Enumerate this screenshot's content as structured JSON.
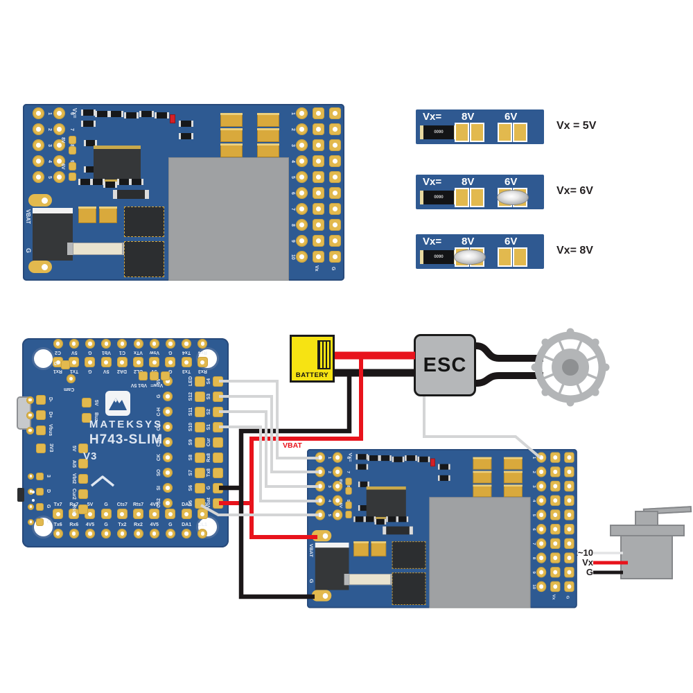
{
  "colors": {
    "pcb": "#2e5a92",
    "pad": "#e2b94e",
    "wire_red": "#e8131c",
    "wire_black": "#1b1718",
    "wire_gray": "#d4d5d6",
    "battery_yellow": "#f6e313",
    "component_gray": "#b5b7b9"
  },
  "pdb": {
    "left_rows": [
      {
        "a": "1",
        "b": "6"
      },
      {
        "a": "2",
        "b": "7"
      },
      {
        "a": "3",
        "b": "8"
      },
      {
        "a": "4",
        "b": "9"
      },
      {
        "a": "5",
        "b": "10"
      }
    ],
    "right_rows": [
      "1",
      "2",
      "3",
      "4",
      "5",
      "6",
      "7",
      "8",
      "9",
      "10"
    ],
    "out_vx": "Vx",
    "out_g": "G",
    "jumper_title": "Vx=",
    "jumper_8v": "8V",
    "jumper_6v": "6V",
    "pad_vbat": "VBAT",
    "pad_g": "G"
  },
  "fc": {
    "brand": "MATEKSYS",
    "model": "H743-SLIM",
    "version": "V3",
    "top_outer": [
      "C2",
      "5V",
      "G",
      "Vb1",
      "C1",
      "VTx",
      "Vsw",
      "G",
      "Tx4",
      "Rx4"
    ],
    "top_inner": [
      "Rx1",
      "Tx1",
      "G",
      "5V",
      "DA2",
      "CL2",
      "5V",
      "G",
      "Tx3",
      "Rx3"
    ],
    "bottom_inner": [
      "Tx7",
      "Rx7",
      "5V",
      "G",
      "Cts7",
      "Rts7",
      "4V5",
      "G",
      "DA1",
      "CL1"
    ],
    "bottom_outer": [
      "Tx6",
      "Rx6",
      "4V5",
      "G",
      "Tx2",
      "Rx2",
      "4V5",
      "G",
      "DA1",
      "CL1"
    ],
    "right_inner": [
      "5V",
      "G",
      "C-H",
      "C-L",
      "CS1",
      "CK",
      "SO",
      "SI",
      "CS2"
    ],
    "right_mid": [
      "LED",
      "S12",
      "S11",
      "S10",
      "S9",
      "S8",
      "S7",
      "S6",
      "S5"
    ],
    "right_outer": [
      "S4",
      "S3",
      "S2",
      "S1",
      "Cur",
      "Rx8",
      "Tx8",
      "G",
      "Vbat"
    ],
    "left_col_a": [
      "D-",
      "D+",
      "Vbus"
    ],
    "left_col_b": [
      "5V",
      "Buz-"
    ],
    "left_col_c": [
      "5V",
      "Ai5",
      "Vbt2",
      "Cur2",
      "Rssi"
    ],
    "left_col_d": [
      "3",
      "D",
      "G",
      "C"
    ],
    "pad_g": "G",
    "pad_cam": "Cam",
    "pad_3v3": "3V3",
    "jumper_label": "Vsw=",
    "jumper_opts": "Vb1 5V"
  },
  "voltage_strips": {
    "vx": "Vx=",
    "v8": "8V",
    "v6": "6V",
    "chip": "0090",
    "strips": [
      {
        "result": "Vx = 5V"
      },
      {
        "result": "Vx= 6V"
      },
      {
        "result": "Vx= 8V"
      }
    ]
  },
  "power": {
    "battery": "BATTERY",
    "esc": "ESC",
    "vbat_wire": "VBAT"
  },
  "servo": {
    "signal": "2~10",
    "vx": "Vx",
    "g": "G"
  }
}
